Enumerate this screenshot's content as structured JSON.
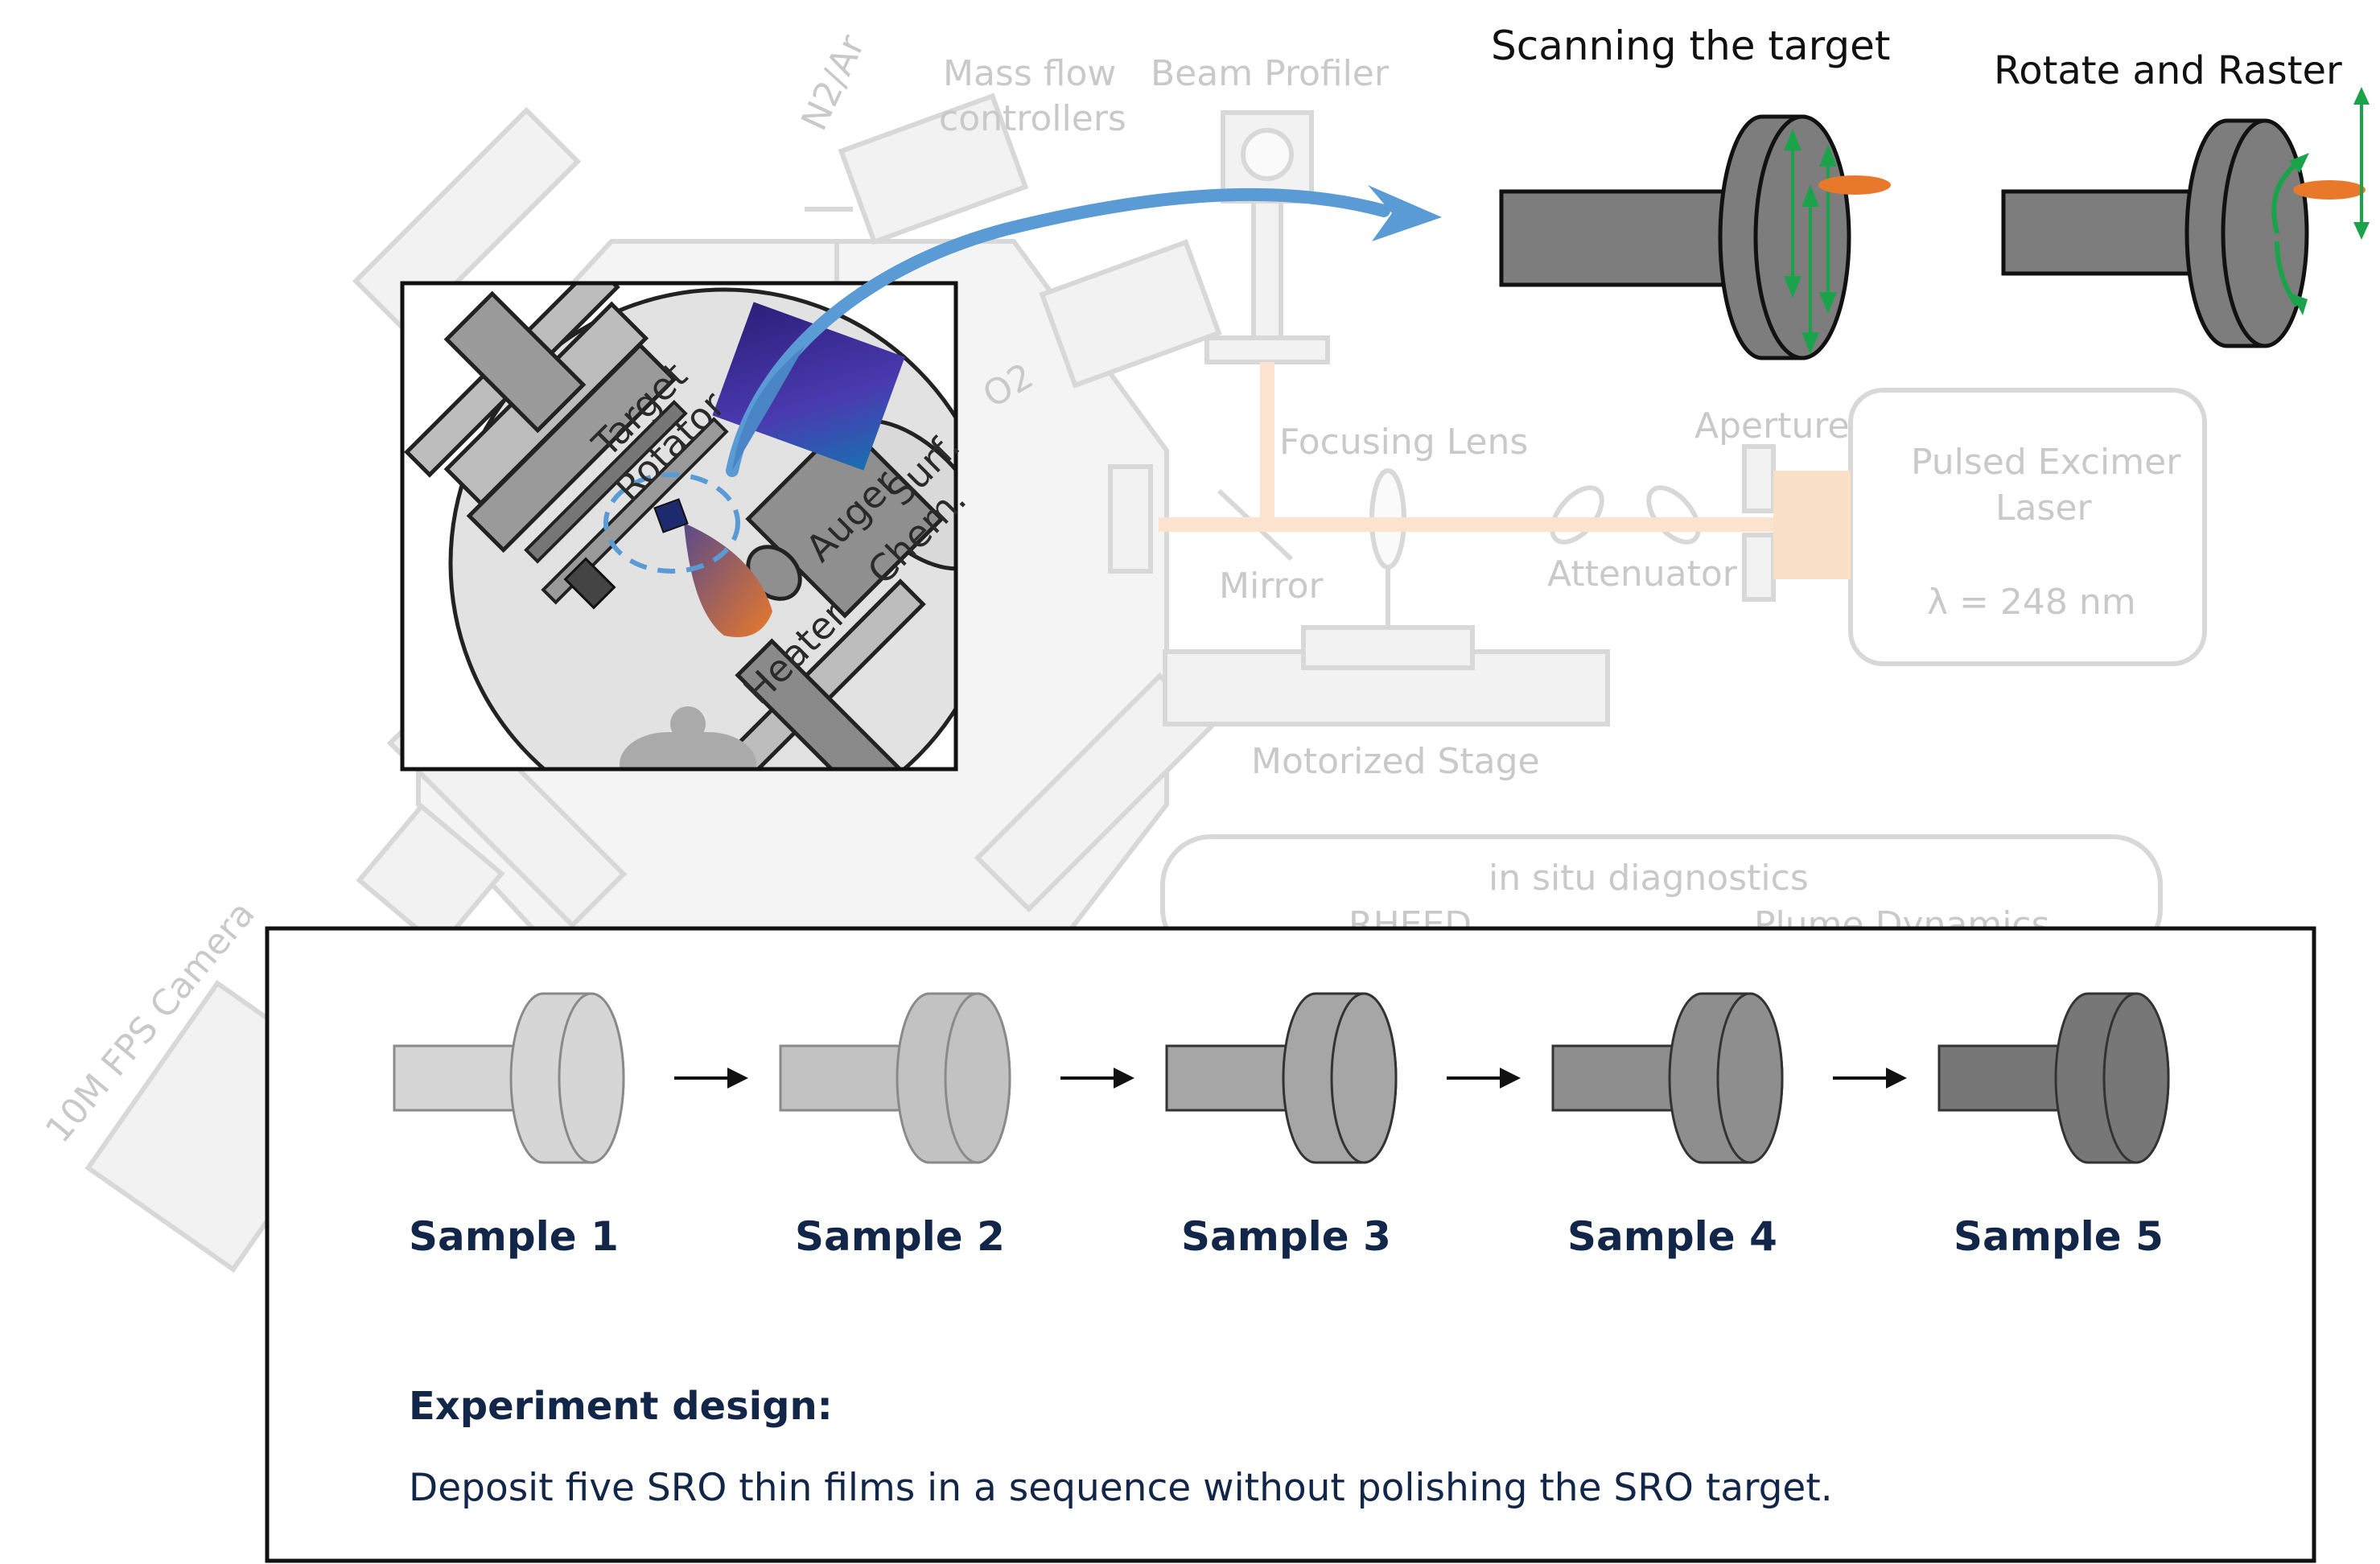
{
  "background_labels": {
    "mass_flow": "Mass flow",
    "controllers": "controllers",
    "beam_profiler": "Beam Profiler",
    "n2_ar": "N2/Ar",
    "o2": "O2",
    "focusing_lens": "Focusing Lens",
    "aperture": "Aperture",
    "pulsed_excimer": "Pulsed Excimer",
    "laser": "Laser",
    "wavelength": "λ = 248 nm",
    "mirror": "Mirror",
    "attenuator": "Attenuator",
    "motorized_stage": "Motorized Stage",
    "in_situ": "in situ diagnostics",
    "rheed": "RHEED",
    "plume_dynamics": "Plume Dynamics",
    "camera": "10M FPS Camera"
  },
  "inset_labels": {
    "target_rotator_1": "Target",
    "target_rotator_2": "Rotator",
    "auger_1": "Auger",
    "auger_2": "Surf.",
    "auger_3": "Chem.",
    "heater": "Heater"
  },
  "top_panels": {
    "scanning_title": "Scanning the target",
    "rotate_title": "Rotate and Raster"
  },
  "experiment": {
    "samples": [
      "Sample 1",
      "Sample 2",
      "Sample 3",
      "Sample 4",
      "Sample 5"
    ],
    "sample_shades": [
      "#d6d6d6",
      "#c2c2c2",
      "#a6a6a6",
      "#8e8e8e",
      "#777777"
    ],
    "title": "Experiment design:",
    "description": "Deposit five SRO thin films in a sequence without polishing the SRO target."
  },
  "colors": {
    "arrow_blue": "#5b9bd5",
    "raster_green": "#1aa34a",
    "plume_orange": "#e8792b",
    "text_navy": "#12264a"
  }
}
